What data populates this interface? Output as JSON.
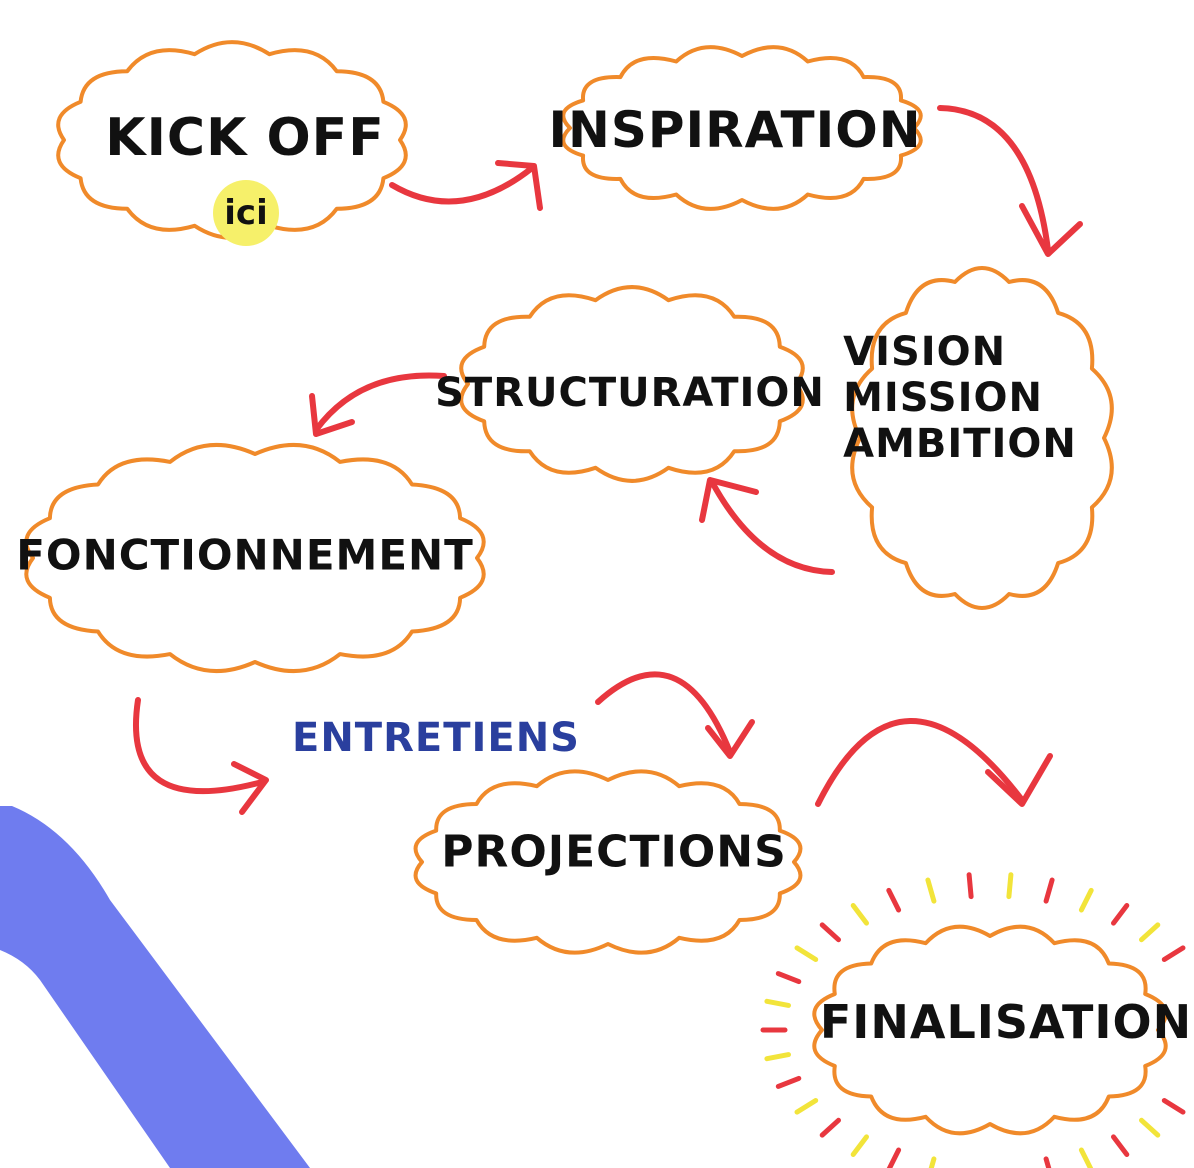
{
  "colors": {
    "cloud_stroke": "#f08a2a",
    "arrow": "#e8373f",
    "ici_highlight": "#f6f06a",
    "entretiens_text": "#2a3f9e",
    "spark_yellow": "#f2e43a",
    "spark_red": "#e8373f",
    "corner_band": "#6f7cef",
    "text": "#111111"
  },
  "steps": {
    "kickoff": "KICK OFF",
    "ici": "ici",
    "inspiration": "INSPIRATION",
    "vision": [
      "VISION",
      "MISSION",
      "AMBITION"
    ],
    "structuration": "STRUCTURATION",
    "fonctionnement": "FONCTIONNEMENT",
    "entretiens": "ENTRETIENS",
    "projections": "PROJECTIONS",
    "finalisation": "FINALISATION"
  }
}
